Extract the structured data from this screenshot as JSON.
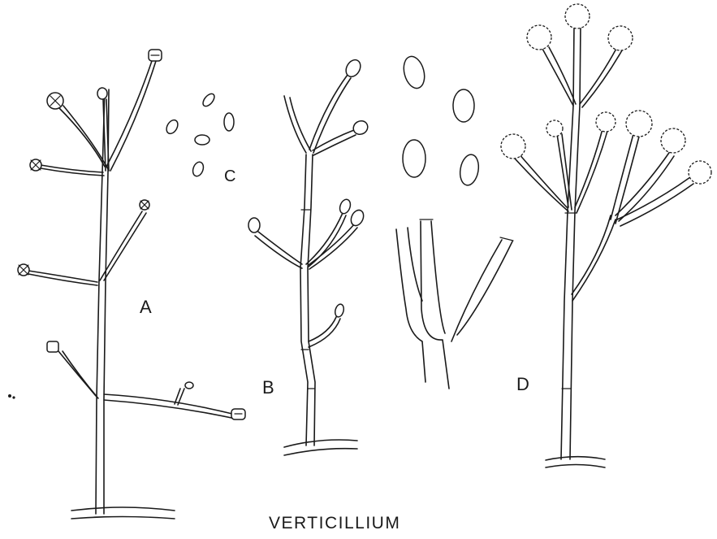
{
  "figure": {
    "title": "VERTICILLIUM",
    "panels": [
      {
        "id": "A",
        "label": "A"
      },
      {
        "id": "B",
        "label": "B"
      },
      {
        "id": "C",
        "label": "C"
      },
      {
        "id": "D",
        "label": "D"
      }
    ]
  }
}
